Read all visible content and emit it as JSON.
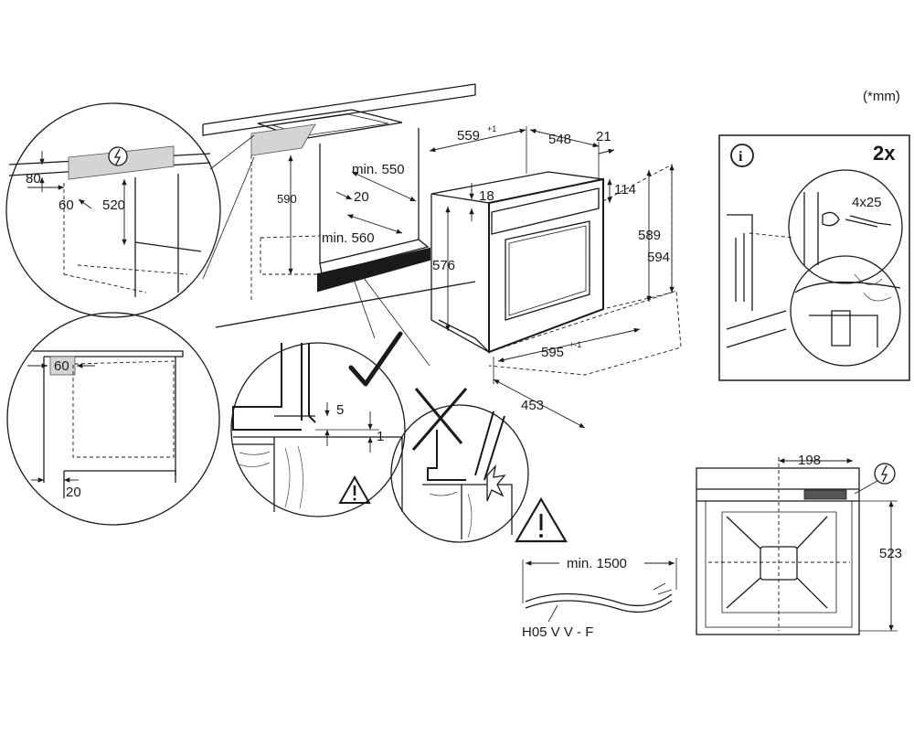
{
  "units_note": "(*mm)",
  "main_view": {
    "dims": {
      "d559": "559",
      "d559_tol": "+1",
      "d548": "548",
      "d21": "21",
      "min550": "min. 550",
      "d590": "590",
      "d20": "20",
      "min560": "min. 560",
      "d18": "18",
      "d576": "576",
      "d114": "114",
      "d589": "589",
      "d594": "594",
      "d595": "595",
      "d595_tol": "+-1",
      "d453": "453"
    }
  },
  "detail_top": {
    "d80": "80",
    "d60": "60",
    "d520": "520"
  },
  "detail_side": {
    "d60": "60",
    "d20": "20"
  },
  "detail_ok": {
    "d5": "5",
    "d1": "1"
  },
  "screw_box": {
    "count": "2x",
    "screw": "4x25",
    "info_glyph": "i"
  },
  "cable": {
    "min_length": "min. 1500",
    "type": "H05 V V - F"
  },
  "front_view": {
    "d198": "198",
    "d523": "523"
  },
  "icons": {
    "electric": "electric-hazard-icon",
    "warning": "warning-triangle-icon",
    "check": "checkmark-icon",
    "cross": "cross-icon",
    "info": "info-icon"
  }
}
